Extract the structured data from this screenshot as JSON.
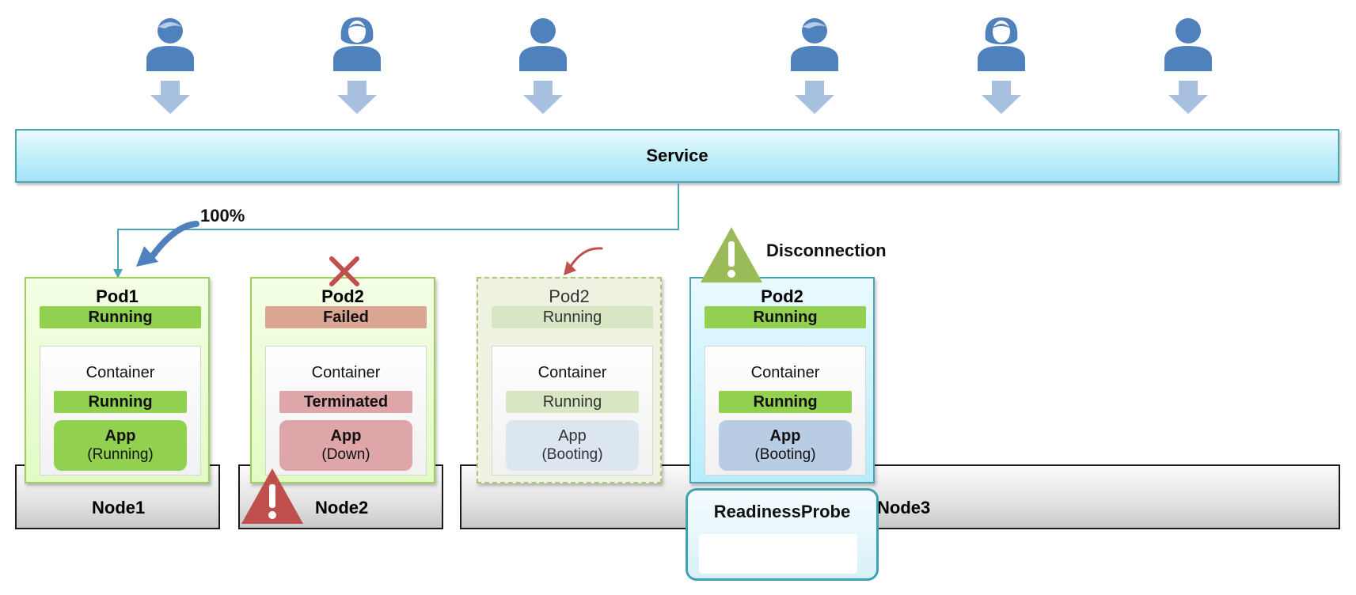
{
  "service": {
    "label": "Service"
  },
  "traffic": {
    "percent": "100%"
  },
  "disconnection": {
    "label": "Disconnection"
  },
  "users": [
    {
      "type": "male"
    },
    {
      "type": "female"
    },
    {
      "type": "generic"
    },
    {
      "type": "male"
    },
    {
      "type": "female"
    },
    {
      "type": "generic"
    }
  ],
  "nodes": [
    {
      "label": "Node1"
    },
    {
      "label": "Node2"
    },
    {
      "label": "Node3"
    }
  ],
  "pods": [
    {
      "title": "Pod1",
      "status": "Running",
      "container_label": "Container",
      "container_status": "Running",
      "app_name": "App",
      "app_state": "(Running)"
    },
    {
      "title": "Pod2",
      "status": "Failed",
      "container_label": "Container",
      "container_status": "Terminated",
      "app_name": "App",
      "app_state": "(Down)"
    },
    {
      "title": "Pod2",
      "status": "Running",
      "container_label": "Container",
      "container_status": "Running",
      "app_name": "App",
      "app_state": "(Booting)"
    },
    {
      "title": "Pod2",
      "status": "Running",
      "container_label": "Container",
      "container_status": "Running",
      "app_name": "App",
      "app_state": "(Booting)"
    }
  ],
  "probe": {
    "label": "ReadinessProbe"
  },
  "colors": {
    "user": "#4f81bd",
    "down_arrow": "#a8c0e0",
    "running": "#92d050",
    "running_faded": "#d8e6c3",
    "failed_pod": "#daa592",
    "failed": "#dea6a8",
    "warning_red": "#c0504d",
    "warning_green": "#9bbb59",
    "app_blue": "#b8cce4",
    "app_faded": "#dce6f1"
  }
}
